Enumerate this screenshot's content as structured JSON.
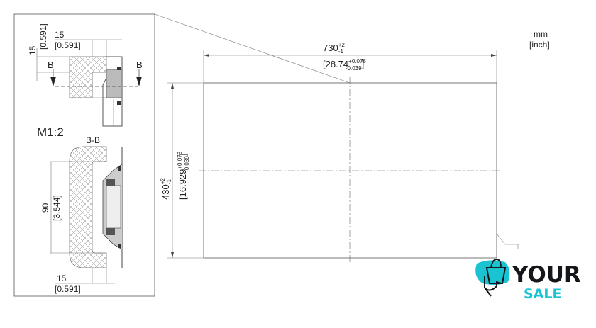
{
  "units": {
    "primary": "mm",
    "secondary": "[inch]"
  },
  "detail": {
    "scale_label": "M1:2",
    "section_label": "B-B",
    "section_marker": "B",
    "top_width": {
      "mm": "15",
      "inch": "[0.591]"
    },
    "top_height": {
      "mm": "15",
      "inch": "[0.591]"
    },
    "section_height": {
      "mm": "90",
      "inch": "[3.544]"
    },
    "bottom_width": {
      "mm": "15",
      "inch": "[0.591]"
    }
  },
  "main_view": {
    "width": {
      "mm": "730",
      "tol_upper": "+2",
      "tol_lower": "-1",
      "inch": "28.74",
      "inch_tol_upper": "+0.078",
      "inch_tol_lower": "-0.039"
    },
    "height": {
      "mm": "430",
      "tol_upper": "+2",
      "tol_lower": "-1",
      "inch": "16.929",
      "inch_tol_upper": "+0.078",
      "inch_tol_lower": "-0.039"
    }
  },
  "logo": {
    "line1": "YOUR",
    "line2": "SALE",
    "text_color": "#15161c",
    "accent_color": "#19c3d2"
  }
}
